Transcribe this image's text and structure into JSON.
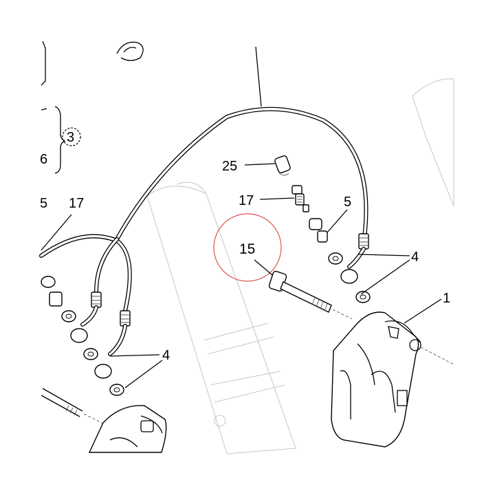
{
  "labels": {
    "l3": "3",
    "l6": "6",
    "l5_left": "5",
    "l17_left": "17",
    "l25": "25",
    "l17_center": "17",
    "l5_right": "5",
    "l15": "15",
    "l4_right": "4",
    "l4_left": "4",
    "l1_partial": "1"
  },
  "colors": {
    "highlight_circle": "#d9534f",
    "line": "#000000",
    "faint_fork": "#c9c9c9"
  }
}
